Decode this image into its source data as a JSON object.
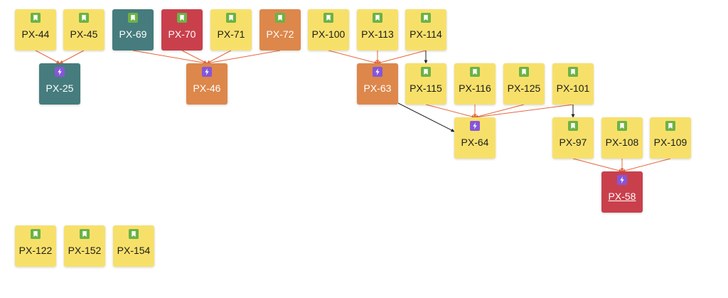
{
  "colors": {
    "yellow": "#f7e06a",
    "teal": "#467c7d",
    "red": "#c9404c",
    "orange": "#dd874b",
    "story_icon": "#6bb346",
    "epic_icon": "#8656d8",
    "edge_orange": "#e3683e",
    "edge_black": "#222222",
    "text_dark": "#1d1d1d",
    "text_light": "#ffffff"
  },
  "nodes": [
    {
      "id": "PX-44",
      "label": "PX-44",
      "icon": "bookmark-icon",
      "color": "yellow"
    },
    {
      "id": "PX-45",
      "label": "PX-45",
      "icon": "bookmark-icon",
      "color": "yellow"
    },
    {
      "id": "PX-69",
      "label": "PX-69",
      "icon": "bookmark-icon",
      "color": "teal"
    },
    {
      "id": "PX-70",
      "label": "PX-70",
      "icon": "bookmark-icon",
      "color": "red"
    },
    {
      "id": "PX-71",
      "label": "PX-71",
      "icon": "bookmark-icon",
      "color": "yellow"
    },
    {
      "id": "PX-72",
      "label": "PX-72",
      "icon": "bookmark-icon",
      "color": "orange"
    },
    {
      "id": "PX-100",
      "label": "PX-100",
      "icon": "bookmark-icon",
      "color": "yellow"
    },
    {
      "id": "PX-113",
      "label": "PX-113",
      "icon": "bookmark-icon",
      "color": "yellow"
    },
    {
      "id": "PX-114",
      "label": "PX-114",
      "icon": "bookmark-icon",
      "color": "yellow"
    },
    {
      "id": "PX-25",
      "label": "PX-25",
      "icon": "lightning-icon",
      "color": "teal"
    },
    {
      "id": "PX-46",
      "label": "PX-46",
      "icon": "lightning-icon",
      "color": "orange"
    },
    {
      "id": "PX-63",
      "label": "PX-63",
      "icon": "lightning-icon",
      "color": "orange"
    },
    {
      "id": "PX-115",
      "label": "PX-115",
      "icon": "bookmark-icon",
      "color": "yellow"
    },
    {
      "id": "PX-116",
      "label": "PX-116",
      "icon": "bookmark-icon",
      "color": "yellow"
    },
    {
      "id": "PX-125",
      "label": "PX-125",
      "icon": "bookmark-icon",
      "color": "yellow"
    },
    {
      "id": "PX-101",
      "label": "PX-101",
      "icon": "bookmark-icon",
      "color": "yellow"
    },
    {
      "id": "PX-64",
      "label": "PX-64",
      "icon": "lightning-icon",
      "color": "yellow"
    },
    {
      "id": "PX-97",
      "label": "PX-97",
      "icon": "bookmark-icon",
      "color": "yellow"
    },
    {
      "id": "PX-108",
      "label": "PX-108",
      "icon": "bookmark-icon",
      "color": "yellow"
    },
    {
      "id": "PX-109",
      "label": "PX-109",
      "icon": "bookmark-icon",
      "color": "yellow"
    },
    {
      "id": "PX-58",
      "label": "PX-58",
      "icon": "lightning-icon",
      "color": "red",
      "link": true
    },
    {
      "id": "PX-122",
      "label": "PX-122",
      "icon": "bookmark-icon",
      "color": "yellow"
    },
    {
      "id": "PX-152",
      "label": "PX-152",
      "icon": "bookmark-icon",
      "color": "yellow"
    },
    {
      "id": "PX-154",
      "label": "PX-154",
      "icon": "bookmark-icon",
      "color": "yellow"
    }
  ],
  "edges": [
    {
      "from": "PX-44",
      "to": "PX-25",
      "style": "orange"
    },
    {
      "from": "PX-45",
      "to": "PX-25",
      "style": "orange"
    },
    {
      "from": "PX-69",
      "to": "PX-46",
      "style": "orange"
    },
    {
      "from": "PX-70",
      "to": "PX-46",
      "style": "orange"
    },
    {
      "from": "PX-71",
      "to": "PX-46",
      "style": "orange"
    },
    {
      "from": "PX-72",
      "to": "PX-46",
      "style": "orange"
    },
    {
      "from": "PX-100",
      "to": "PX-63",
      "style": "orange"
    },
    {
      "from": "PX-113",
      "to": "PX-63",
      "style": "orange"
    },
    {
      "from": "PX-114",
      "to": "PX-63",
      "style": "orange"
    },
    {
      "from": "PX-114",
      "to": "PX-115",
      "style": "black"
    },
    {
      "from": "PX-63",
      "to": "PX-64",
      "style": "black"
    },
    {
      "from": "PX-115",
      "to": "PX-64",
      "style": "orange"
    },
    {
      "from": "PX-116",
      "to": "PX-64",
      "style": "orange"
    },
    {
      "from": "PX-125",
      "to": "PX-64",
      "style": "orange"
    },
    {
      "from": "PX-101",
      "to": "PX-64",
      "style": "orange"
    },
    {
      "from": "PX-101",
      "to": "PX-97",
      "style": "black"
    },
    {
      "from": "PX-97",
      "to": "PX-58",
      "style": "orange"
    },
    {
      "from": "PX-108",
      "to": "PX-58",
      "style": "orange"
    },
    {
      "from": "PX-109",
      "to": "PX-58",
      "style": "orange"
    }
  ]
}
